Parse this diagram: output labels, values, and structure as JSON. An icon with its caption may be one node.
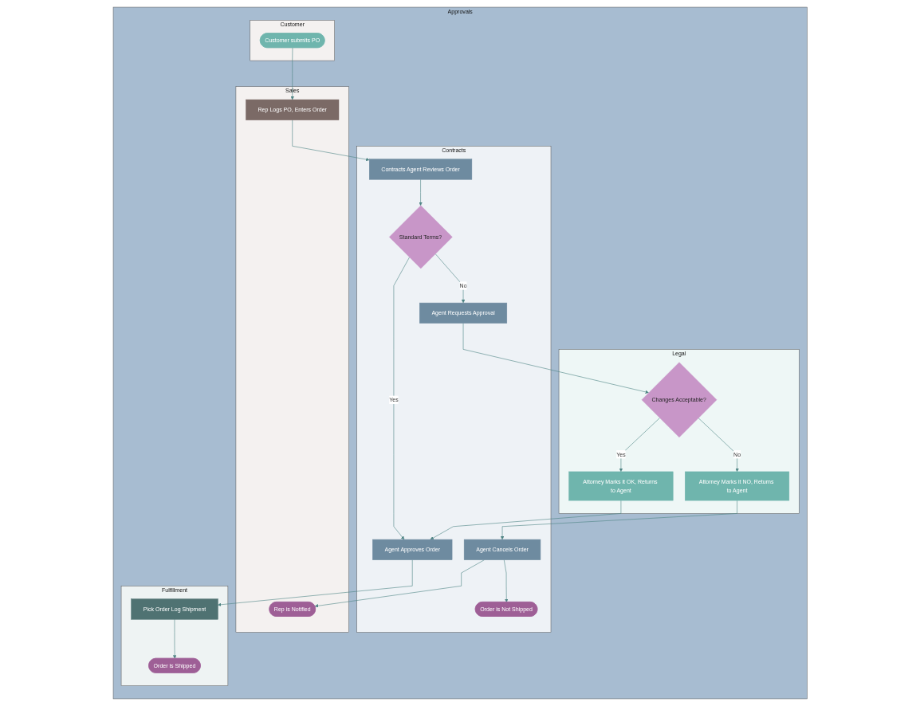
{
  "diagram": {
    "nodes": [
      {
        "text": [
          "Approvals"
        ]
      },
      {
        "text": [
          "Customer"
        ],
        "in": 0
      },
      {
        "text": [
          "Sales"
        ],
        "in": 0
      },
      {
        "text": [
          "Contracts"
        ],
        "in": 0
      },
      {
        "text": [
          "Legal"
        ],
        "in": 0
      },
      {
        "text": [
          "Fulfillment"
        ],
        "in": 0
      },
      {
        "text": [
          "Customer submits PO"
        ],
        "in": 1
      },
      {
        "text": [
          "Rep Logs PO, Enters Order"
        ],
        "in": 2
      },
      {
        "text": [
          "Contracts Agent Reviews Order"
        ],
        "in": 3
      },
      {
        "text": [
          "Standard Terms?"
        ],
        "in": 3
      },
      {
        "text": [
          "Agent Approves Order"
        ],
        "in": 3
      },
      {
        "text": [
          "Agent Requests Approval"
        ],
        "in": 3
      },
      {
        "text": [
          "Agent Cancels Order"
        ],
        "in": 3
      },
      {
        "text": [
          "Order is Not Shipped"
        ],
        "in": 3
      },
      {
        "text": [
          "Attorney Marks it OK, Returns to Agent"
        ],
        "in": 4
      },
      {
        "text": [
          "Changes Acceptable?"
        ],
        "in": 4
      },
      {
        "text": [
          "Attorney Marks it NO, Returns to Agent"
        ],
        "in": 4
      },
      {
        "text": [
          "Pick Order Log Shipment"
        ],
        "in": 5
      },
      {
        "text": [
          "Order is Shipped"
        ],
        "in": 5
      },
      {
        "text": [
          "Rep is Notified"
        ],
        "in": 2
      }
    ],
    "edges": [
      {
        "from": 6,
        "to": 7,
        "arrow": "to"
      },
      {
        "from": 7,
        "to": 8,
        "arrow": "to"
      },
      {
        "from": 8,
        "to": 9,
        "arrow": "to"
      },
      {
        "from": 9,
        "to": 10,
        "label": "Yes",
        "arrow": "to"
      },
      {
        "from": 9,
        "to": 11,
        "label": "No",
        "arrow": "to"
      },
      {
        "from": 10,
        "to": 17,
        "arrow": "to"
      },
      {
        "from": 14,
        "to": 10,
        "arrow": "to"
      },
      {
        "from": 11,
        "to": 15,
        "arrow": "to"
      },
      {
        "from": 15,
        "to": 14,
        "label": "Yes",
        "arrow": "to"
      },
      {
        "from": 15,
        "to": 16,
        "label": "No",
        "arrow": "to"
      },
      {
        "from": 16,
        "to": 12,
        "arrow": "to"
      },
      {
        "from": 12,
        "to": 19,
        "arrow": "to"
      },
      {
        "from": 12,
        "to": 13,
        "arrow": "to"
      },
      {
        "from": 17,
        "to": 18,
        "arrow": "to"
      }
    ]
  }
}
